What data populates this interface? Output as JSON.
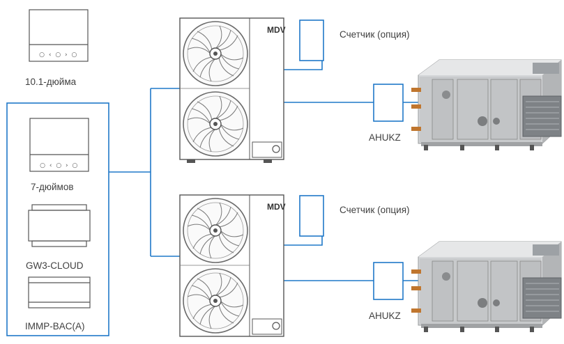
{
  "controllers": {
    "panel_10": {
      "label": "10.1-дюйма",
      "nav_glyphs": "○ ‹ ○ › ○"
    },
    "panel_7": {
      "label": "7-дюймов",
      "nav_glyphs": "○ ‹ ○ › ○"
    },
    "gateway": {
      "label": "GW3-CLOUD"
    },
    "bacnet": {
      "label": "IMMP-BAC(A)"
    }
  },
  "outdoor_units": [
    {
      "logo": "MDV",
      "meter_label": "Счетчик (опция)",
      "kit_label": "AHUKZ"
    },
    {
      "logo": "MDV",
      "meter_label": "Счетчик (опция)",
      "kit_label": "AHUKZ"
    }
  ],
  "colors": {
    "line": "#1f78c8",
    "device_stroke": "#555555"
  }
}
